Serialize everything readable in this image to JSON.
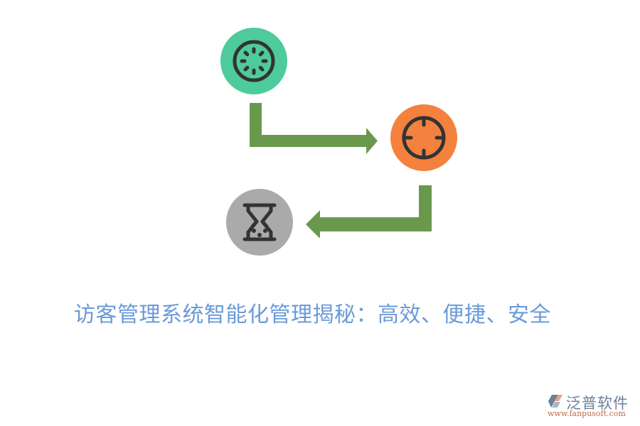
{
  "diagram": {
    "steps": [
      {
        "id": "step-1",
        "icon": "loading-spinner-icon",
        "color": "#4ecb9b"
      },
      {
        "id": "step-2",
        "icon": "crosshair-target-icon",
        "color": "#f5813f"
      },
      {
        "id": "step-3",
        "icon": "hourglass-icon",
        "color": "#aaaaaa"
      }
    ],
    "connectors": [
      {
        "from": "step-1",
        "to": "step-2",
        "color": "#6a994e"
      },
      {
        "from": "step-2",
        "to": "step-3",
        "color": "#6a994e"
      }
    ],
    "icon_stroke_color": "#333333"
  },
  "title": {
    "text": "访客管理系统智能化管理揭秘：高效、便捷、安全",
    "color": "#6b9ad8"
  },
  "watermark": {
    "name": "泛普软件",
    "url": "www.fanpusoft.com"
  }
}
